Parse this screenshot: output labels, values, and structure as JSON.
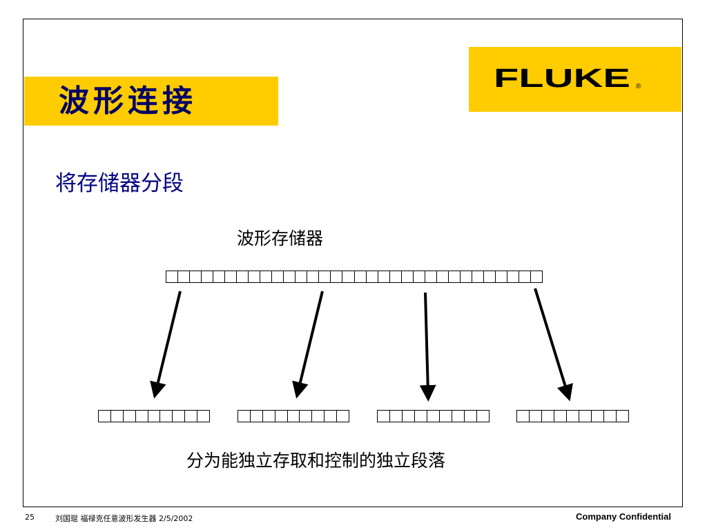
{
  "slide": {
    "title": "波形连接",
    "subtitle": "将存储器分段",
    "memory_label": "波形存储器",
    "segments_caption": "分为能独立存取和控制的独立段落"
  },
  "logo": {
    "text": "FLUKE",
    "mark": "®"
  },
  "diagram": {
    "memory_cells": 32,
    "segment_count": 4,
    "segment_cells": 9
  },
  "footer": {
    "page_number": "25",
    "info": "刘国琨    福禄克任意波形发生器    2/5/2002",
    "confidential": "Company Confidential"
  },
  "colors": {
    "accent_yellow": "#ffcc00",
    "title_navy": "#000066",
    "subtitle_navy": "#000080"
  }
}
